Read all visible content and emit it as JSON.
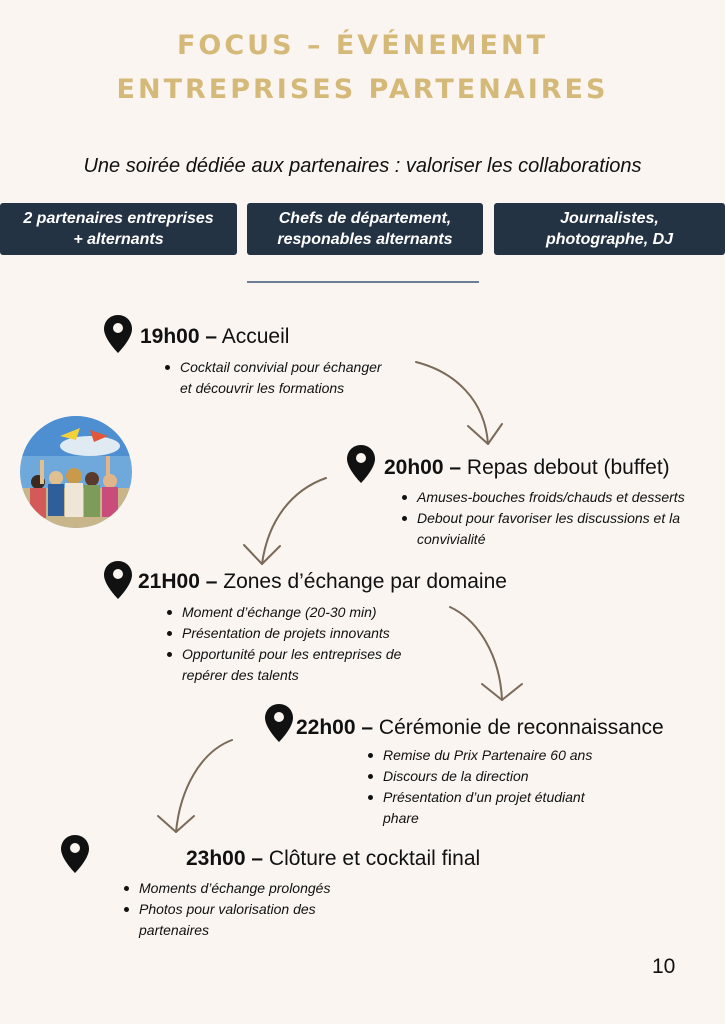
{
  "title": {
    "line1": "FOCUS – ÉVÉNEMENT",
    "line2": "ENTREPRISES PARTENAIRES"
  },
  "subtitle": "Une soirée dédiée aux partenaires : valoriser les collaborations",
  "badges": [
    {
      "line1": "2 partenaires entreprises",
      "line2": "+ alternants"
    },
    {
      "line1": "Chefs de département,",
      "line2": "responables alternants"
    },
    {
      "line1": "Journalistes,",
      "line2": "photographe, DJ"
    }
  ],
  "timeline": [
    {
      "time": "19h00 –",
      "label": "Accueil",
      "bullets": [
        {
          "line1": "Cocktail convivial pour échanger",
          "line2": "et découvrir les formations"
        }
      ]
    },
    {
      "time": "20h00 –",
      "label": "Repas debout (buffet)",
      "bullets": [
        {
          "line1": "Amuses-bouches froids/chauds et desserts",
          "line2": ""
        },
        {
          "line1": "Debout pour favoriser les discussions et la",
          "line2": "convivialité"
        }
      ]
    },
    {
      "time": "21H00 –",
      "label": "Zones d’échange par domaine",
      "bullets": [
        {
          "line1": "Moment d’échange (20-30 min)",
          "line2": ""
        },
        {
          "line1": "Présentation de projets innovants",
          "line2": ""
        },
        {
          "line1": "Opportunité pour les entreprises de",
          "line2": "repérer des talents"
        }
      ]
    },
    {
      "time": "22h00 –",
      "label": "Cérémonie de reconnaissance",
      "bullets": [
        {
          "line1": "Remise du Prix Partenaire 60 ans",
          "line2": ""
        },
        {
          "line1": "Discours de la direction",
          "line2": ""
        },
        {
          "line1": "Présentation d’un projet étudiant",
          "line2": "phare"
        }
      ]
    },
    {
      "time": "23h00 –",
      "label": "Clôture et cocktail final",
      "bullets": [
        {
          "line1": "Moments d’échange prolongés",
          "line2": ""
        },
        {
          "line1": "Photos pour valorisation des",
          "line2": "partenaires"
        }
      ]
    }
  ],
  "page_number": "10",
  "icons": {
    "pin": "map-pin-icon",
    "arrow": "curved-arrow-icon"
  },
  "colors": {
    "title": "#d4b978",
    "badge_bg": "#243344",
    "rule": "#6b7f94",
    "arrow": "#7a6a5a"
  }
}
